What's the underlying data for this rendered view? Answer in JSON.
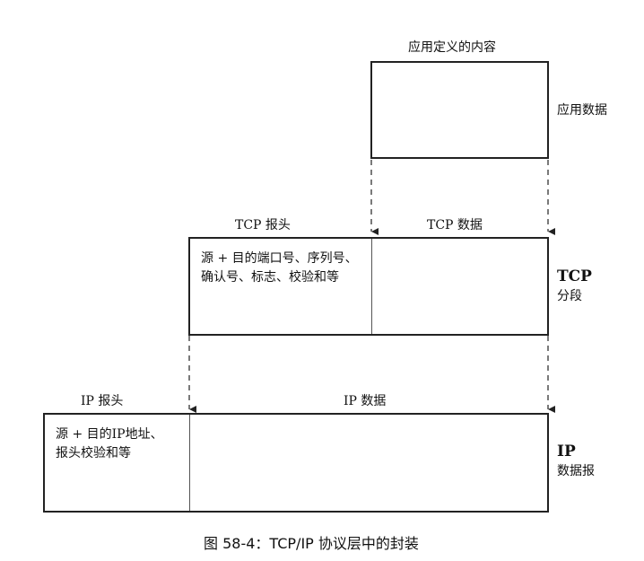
{
  "app_layer": {
    "top_label": "应用定义的内容",
    "side_label": "应用数据"
  },
  "tcp_layer": {
    "header_label": "TCP 报头",
    "data_label": "TCP 数据",
    "header_contents": [
      "源 + 目的端口号、序列号、",
      "确认号、标志、校验和等"
    ],
    "side_title": "TCP",
    "side_subtitle": "分段"
  },
  "ip_layer": {
    "header_label": "IP 报头",
    "data_label": "IP 数据",
    "header_contents": [
      "源 + 目的IP地址、",
      "报头校验和等"
    ],
    "side_title": "IP",
    "side_subtitle": "数据报"
  },
  "caption": "图 58-4：TCP/IP 协议层中的封装"
}
